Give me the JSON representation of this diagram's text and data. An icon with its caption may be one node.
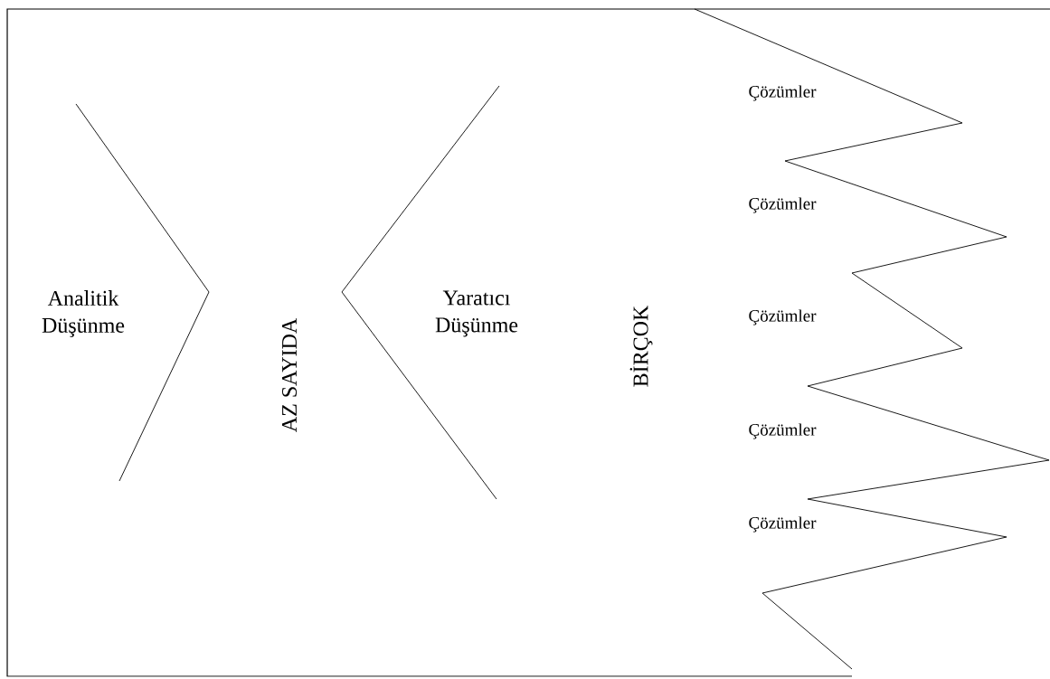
{
  "diagram": {
    "labels": [
      "Çözümler",
      "Analitik Düşünme",
      "Yaratıcı Düşünme",
      "Çözümler",
      "Çözümler",
      "AZ SAYIDA",
      "BİRÇOK",
      "Çözümler",
      "Çözümler"
    ]
  }
}
